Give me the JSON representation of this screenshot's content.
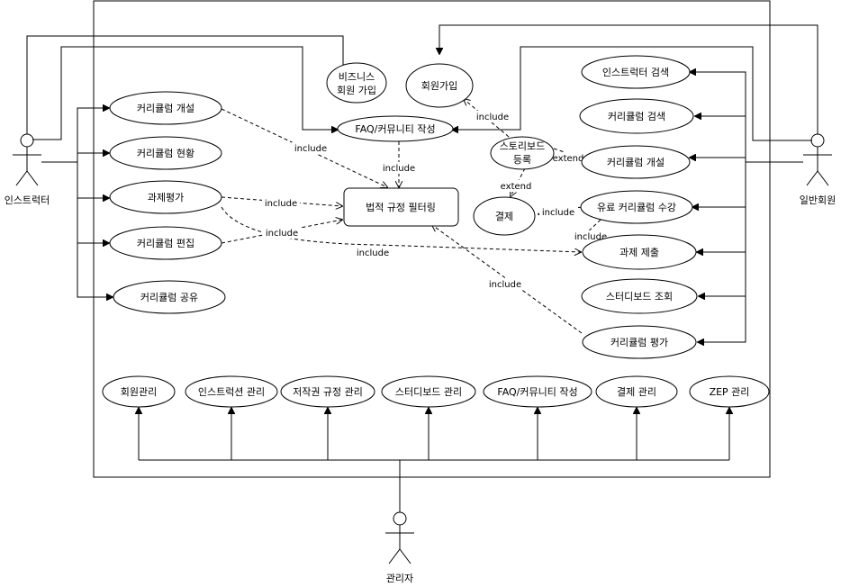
{
  "colors": {
    "stroke": "#000000",
    "background": "#ffffff"
  },
  "actors": {
    "instructor": {
      "label": "인스트럭터"
    },
    "member": {
      "label": "일반회원"
    },
    "admin": {
      "label": "관리자"
    }
  },
  "usecases": {
    "biz_signup": {
      "line1": "비즈니스",
      "line2": "회원 가입"
    },
    "signup": "회원가입",
    "faq_write": "FAQ/커뮤니티 작성",
    "legal_filter": "법적 규정 필터링",
    "curr_open_i": "커리큘럼 개설",
    "curr_status": "커리큘럼 현황",
    "task_eval": "과제평가",
    "curr_edit": "커리큘럼 편집",
    "curr_share": "커리큘럼 공유",
    "instructor_search": "인스트럭터 검색",
    "curr_search": "커리큘럼 검색",
    "curr_open_m": "커리큘럼 개설",
    "studyboard_reg": {
      "line1": "스토리보드",
      "line2": "등록"
    },
    "payment": "결제",
    "paid_enroll": "유료 커리큘럼 수강",
    "task_submit": "과제 제출",
    "studyboard_view": "스터디보드 조회",
    "curr_rate": "커리큘럼 평가",
    "admin_member": "회원관리",
    "admin_instruction": "인스트럭션 관리",
    "admin_copyright": "저작권 규정 관리",
    "admin_studyboard": "스터디보드 관리",
    "admin_faq": "FAQ/커뮤니티 작성",
    "admin_payment": "결제 관리",
    "admin_zep": "ZEP 관리"
  },
  "relations": {
    "include": "include",
    "extend": "extend"
  }
}
